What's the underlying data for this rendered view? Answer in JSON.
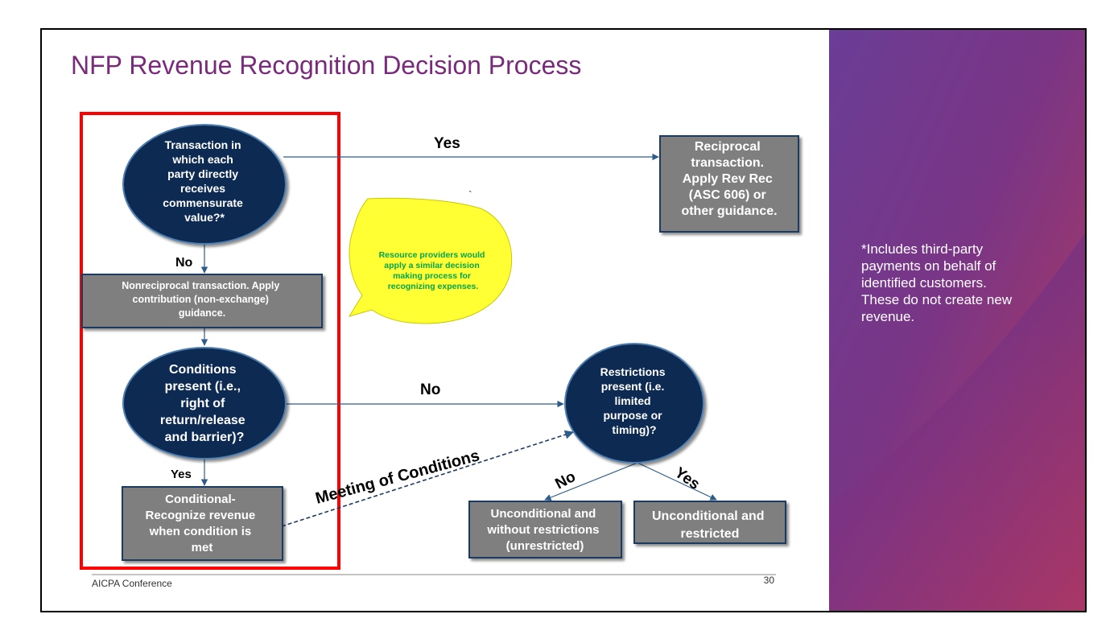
{
  "slide": {
    "title": "NFP Revenue Recognition Decision Process",
    "footer_left": "AICPA Conference",
    "page_number": "30",
    "colors": {
      "title": "#7a2a7a",
      "node_fill": "#0d2b52",
      "box_fill": "#7f7f7f",
      "callout": "#ffff33",
      "callout_text": "#00a651",
      "highlight_border": "#ff0000",
      "panel_top": "#7b3a8c",
      "panel_bottom": "#b03a5e"
    }
  },
  "side_note": {
    "lines": [
      "*Includes third-party",
      "payments on behalf of",
      "identified customers.",
      "These do not create new",
      "revenue."
    ]
  },
  "diagram": {
    "q_transaction": [
      "Transaction in",
      "which each",
      "party directly",
      "receives",
      "commensurate",
      "value?*"
    ],
    "a_reciprocal": [
      "Reciprocal",
      "transaction.",
      "Apply Rev Rec",
      "(ASC 606) or",
      "other guidance."
    ],
    "a_nonreciprocal": [
      "Nonreciprocal transaction. Apply",
      "contribution (non-exchange)",
      "guidance."
    ],
    "q_conditions": [
      "Conditions",
      "present (i.e.,",
      "right of",
      "return/release",
      "and barrier)?"
    ],
    "a_conditional": [
      "Conditional-",
      "Recognize revenue",
      "when condition is",
      "met"
    ],
    "q_restrictions": [
      "Restrictions",
      "present (i.e.",
      "limited",
      "purpose or",
      "timing)?"
    ],
    "a_unrestricted": [
      "Unconditional and",
      "without restrictions",
      "(unrestricted)"
    ],
    "a_restricted": [
      "Unconditional  and",
      "restricted"
    ],
    "callout": [
      "Resource providers would",
      "apply a similar decision",
      "making process for",
      "recognizing expenses."
    ],
    "labels": {
      "yes_top": "Yes",
      "no_mid": "No",
      "no_left": "No",
      "yes_left": "Yes",
      "no_branch": "No",
      "yes_branch": "Yes",
      "meeting_conditions": "Meeting of Conditions",
      "stray_mark": "`"
    }
  }
}
